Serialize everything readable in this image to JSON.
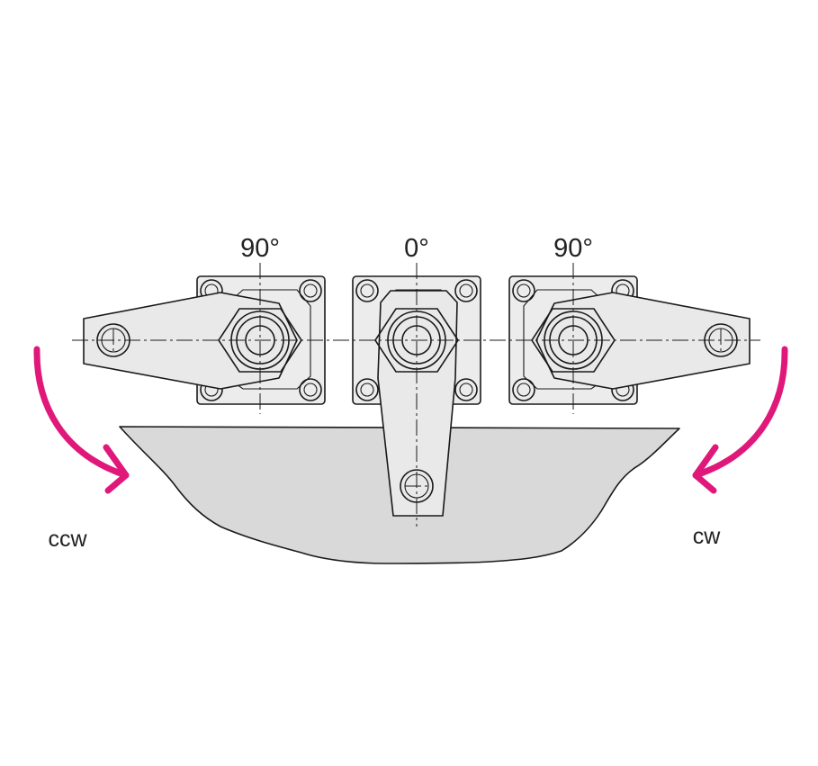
{
  "labels": {
    "left_angle": "90°",
    "center_angle": "0°",
    "right_angle": "90°",
    "ccw": "ccw",
    "cw": "cw"
  },
  "colors": {
    "arrow": "#e0187a",
    "workpiece": "#d9d9d9",
    "clamp_body": "#e9e9e9",
    "outline": "#1a1a1a"
  },
  "icons": {
    "left_arrow": "curved-arrow-ccw-icon",
    "right_arrow": "curved-arrow-cw-icon"
  }
}
